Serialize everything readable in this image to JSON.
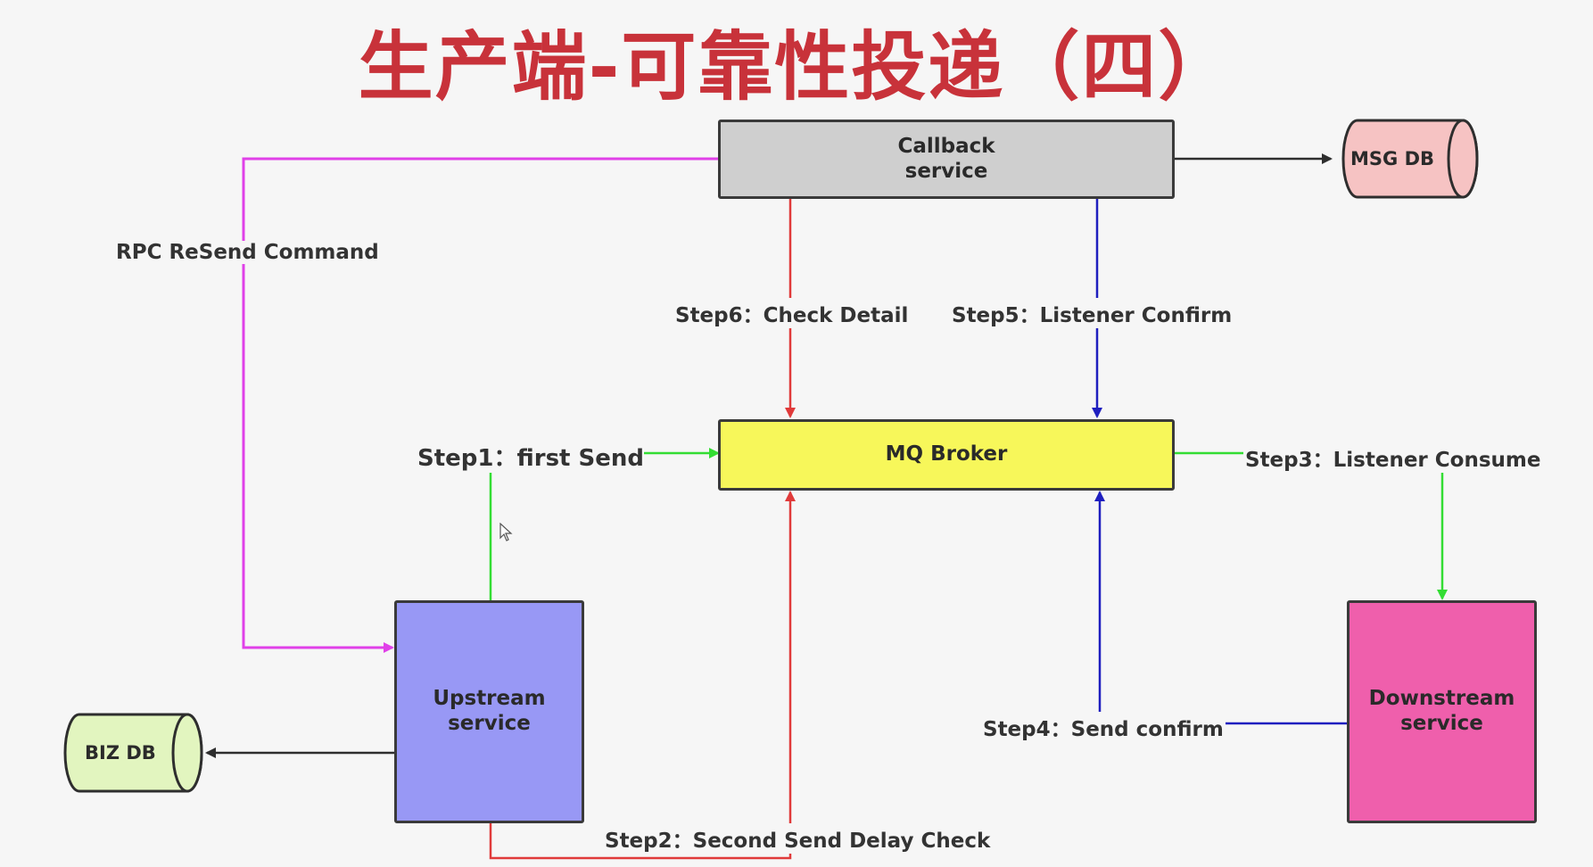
{
  "title": "生产端-可靠性投递（四）",
  "nodes": {
    "callback": "Callback\nservice",
    "mq_broker": "MQ Broker",
    "upstream": "Upstream\nservice",
    "downstream": "Downstream\nservice",
    "msg_db": "MSG DB",
    "biz_db": "BIZ DB"
  },
  "edges": {
    "rpc_resend": "RPC ReSend Command",
    "step1": "Step1：first Send",
    "step2": "Step2：Second Send Delay Check",
    "step3": "Step3：Listener Consume",
    "step4": "Step4：Send confirm",
    "step5": "Step5：Listener Confirm",
    "step6": "Step6：Check Detail"
  },
  "colors": {
    "title": "#c8323a",
    "callback_fill": "#cfcfcf",
    "mq_fill": "#f7f75a",
    "upstream_fill": "#9898f5",
    "downstream_fill": "#ef5fac",
    "msg_db_fill": "#f6c3c3",
    "biz_db_fill": "#e2f5bf",
    "magenta": "#e040e8",
    "red": "#e03a3a",
    "blue": "#1f1fbf",
    "green": "#33dd33",
    "dark": "#2e2e2e"
  }
}
